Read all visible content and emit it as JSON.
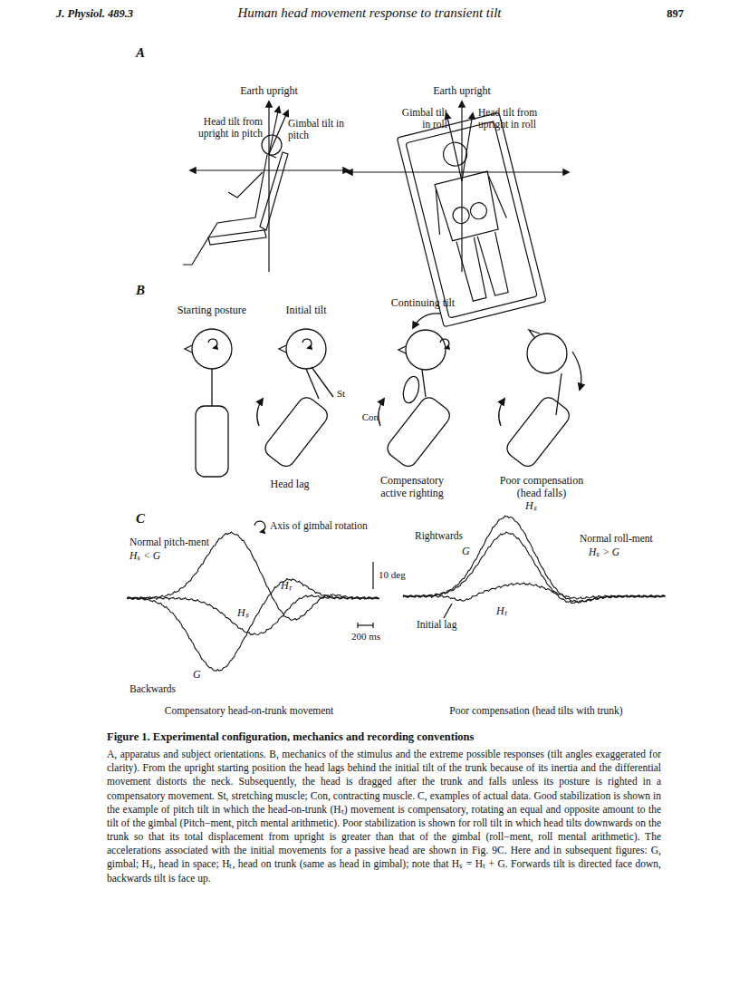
{
  "diagram": {
    "title": "Figure 1. Experimental configuration, mechanics and recording conventions",
    "caption": "A, apparatus and subject orientations. B, mechanics of the stimulus and the extreme possible responses (tilt angles exaggerated for clarity). From the upright starting position the head lags behind the initial tilt of the trunk because of its inertia and the differential movement distorts the neck. Subsequently, the head is dragged after the trunk and falls unless its posture is righted in a compensatory movement. St, stretching muscle; Con, contracting muscle. C, examples of actual data. Good stabilization is shown in the example of pitch tilt in which the head-on-trunk (Hₜ) movement is compensatory, rotating an equal and opposite amount to the tilt of the gimbal (Pitch−ment, pitch mental arithmetic). Poor stabilization is shown for roll tilt in which head tilts downwards on the trunk so that its total displacement from upright is greater than that of the gimbal (roll−ment, roll mental arithmetic). The accelerations associated with the initial movements for a passive head are shown in Fig. 9C. Here and in subsequent figures: G, gimbal; Hₛ, head in space; Hₜ, head on trunk (same as head in gimbal); note that Hₛ = Hₜ + G. Forwards tilt is directed face down, backwards tilt is face up.",
    "labels": [
      "J. Physiol. 489.3",
      "Human head movement response to transient tilt",
      "897",
      "A",
      "Earth upright",
      "Head tilt from upright in pitch",
      "Gimbal tilt in pitch",
      "Earth upright",
      "Gimbal tilt in roll",
      "Head tilt from upright in roll",
      "B",
      "Starting posture",
      "Initial tilt",
      "Continuing tilt",
      "St",
      "Con",
      "Head lag",
      "Compensatory active righting",
      "Poor compensation (head falls)",
      "Axis of gimbal rotation",
      "C",
      "Normal pitch-ment",
      "Hₛ < G",
      "Hₜ",
      "Hₛ",
      "G",
      "Backwards",
      "200 ms",
      "10 deg",
      "Compensatory head-on-trunk movement",
      "Rightwards",
      "Hₛ",
      "G",
      "Normal roll-ment",
      "Hₛ > G",
      "Hₜ",
      "Initial lag",
      "Poor compensation (head tilts with trunk)"
    ]
  }
}
